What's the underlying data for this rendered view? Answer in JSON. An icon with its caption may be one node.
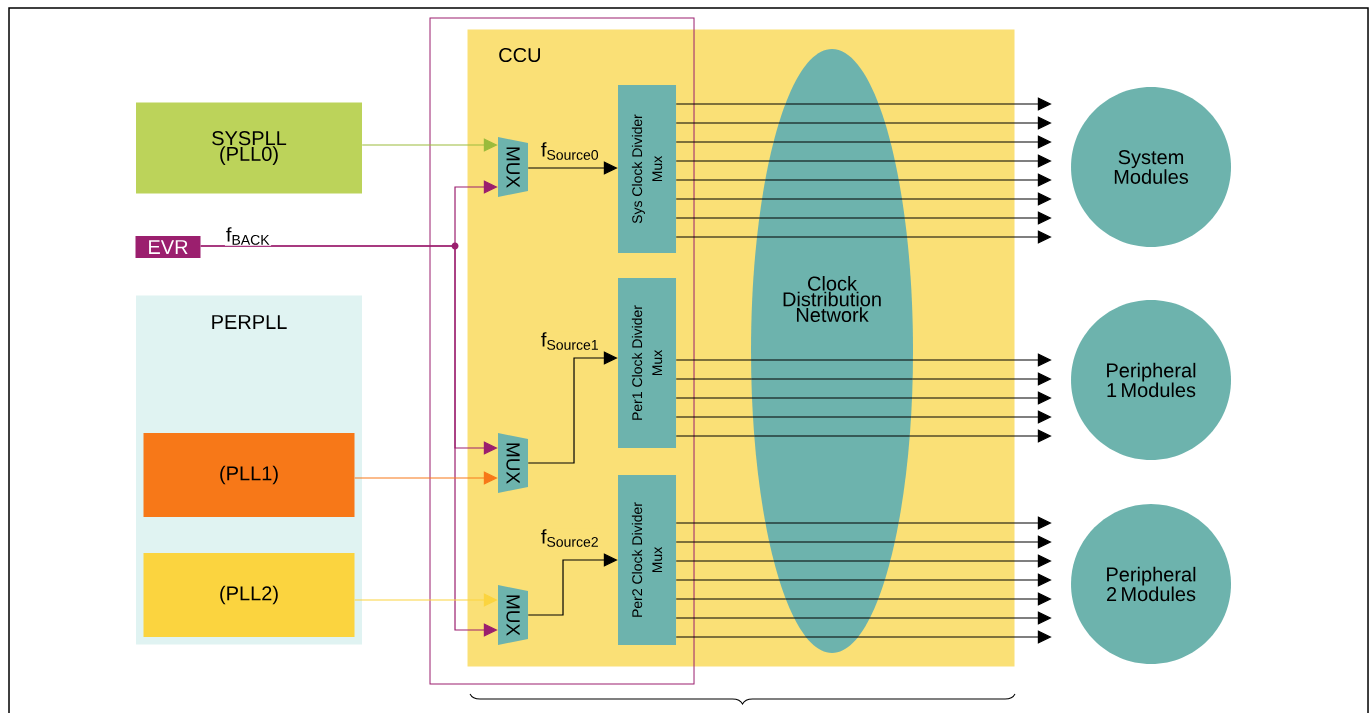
{
  "diagram": {
    "nodes": [
      {
        "text": [
          "SYSPLL (PLL0)"
        ]
      },
      {
        "text": [
          "EVR"
        ]
      },
      {
        "text": [
          "PERPLL"
        ]
      },
      {
        "text": [
          "(PLL1)"
        ],
        "in": 2
      },
      {
        "text": [
          "(PLL2)"
        ],
        "in": 2
      },
      {
        "text": [
          "CCU"
        ]
      },
      {
        "text": [
          "MUX"
        ],
        "in": 5
      },
      {
        "text": [
          "MUX"
        ],
        "in": 5
      },
      {
        "text": [
          "MUX"
        ],
        "in": 5
      },
      {
        "text": [
          "Sys Clock Divider Mux"
        ],
        "in": 5
      },
      {
        "text": [
          "Per1 Clock Divider Mux"
        ],
        "in": 5
      },
      {
        "text": [
          "Per2 Clock Divider Mux"
        ],
        "in": 5
      },
      {
        "text": [
          "Clock Distribution Network"
        ],
        "in": 5
      },
      {
        "text": [
          "System Modules"
        ]
      },
      {
        "text": [
          "Peripheral 1 Modules"
        ]
      },
      {
        "text": [
          "Peripheral 2 Modules"
        ]
      }
    ],
    "edges": [
      {
        "from": 0,
        "to": 6,
        "arrow": "to",
        "color": "#9bbb3c"
      },
      {
        "from": 1,
        "to": 6,
        "arrow": "to",
        "color": "#9b1f6e",
        "label": "f$_{BACK}$"
      },
      {
        "from": 1,
        "to": 7,
        "arrow": "to",
        "color": "#9b1f6e"
      },
      {
        "from": 1,
        "to": 8,
        "arrow": "to",
        "color": "#9b1f6e"
      },
      {
        "from": 3,
        "to": 7,
        "arrow": "to",
        "color": "#f77818"
      },
      {
        "from": 4,
        "to": 8,
        "arrow": "to",
        "color": "#fbd43f"
      },
      {
        "from": 6,
        "to": 9,
        "arrow": "to",
        "label": "f$_{Source0}$"
      },
      {
        "from": 7,
        "to": 10,
        "arrow": "to",
        "label": "f$_{Source1}$"
      },
      {
        "from": 8,
        "to": 11,
        "arrow": "to",
        "label": "f$_{Source2}$"
      },
      {
        "from": 9,
        "to": 12,
        "arrow": "none"
      },
      {
        "from": 9,
        "to": 12,
        "arrow": "none"
      },
      {
        "from": 9,
        "to": 12,
        "arrow": "none"
      },
      {
        "from": 9,
        "to": 12,
        "arrow": "none"
      },
      {
        "from": 9,
        "to": 12,
        "arrow": "none"
      },
      {
        "from": 9,
        "to": 12,
        "arrow": "none"
      },
      {
        "from": 9,
        "to": 12,
        "arrow": "none"
      },
      {
        "from": 9,
        "to": 12,
        "arrow": "none"
      },
      {
        "from": 10,
        "to": 12,
        "arrow": "none"
      },
      {
        "from": 10,
        "to": 12,
        "arrow": "none"
      },
      {
        "from": 10,
        "to": 12,
        "arrow": "none"
      },
      {
        "from": 10,
        "to": 12,
        "arrow": "none"
      },
      {
        "from": 10,
        "to": 12,
        "arrow": "none"
      },
      {
        "from": 11,
        "to": 12,
        "arrow": "none"
      },
      {
        "from": 11,
        "to": 12,
        "arrow": "none"
      },
      {
        "from": 11,
        "to": 12,
        "arrow": "none"
      },
      {
        "from": 11,
        "to": 12,
        "arrow": "none"
      },
      {
        "from": 11,
        "to": 12,
        "arrow": "none"
      },
      {
        "from": 11,
        "to": 12,
        "arrow": "none"
      },
      {
        "from": 11,
        "to": 12,
        "arrow": "none"
      },
      {
        "from": 12,
        "to": 13,
        "arrow": "to"
      },
      {
        "from": 12,
        "to": 13,
        "arrow": "to"
      },
      {
        "from": 12,
        "to": 13,
        "arrow": "to"
      },
      {
        "from": 12,
        "to": 13,
        "arrow": "to"
      },
      {
        "from": 12,
        "to": 13,
        "arrow": "to"
      },
      {
        "from": 12,
        "to": 13,
        "arrow": "to"
      },
      {
        "from": 12,
        "to": 13,
        "arrow": "to"
      },
      {
        "from": 12,
        "to": 13,
        "arrow": "to"
      },
      {
        "from": 12,
        "to": 14,
        "arrow": "to"
      },
      {
        "from": 12,
        "to": 14,
        "arrow": "to"
      },
      {
        "from": 12,
        "to": 14,
        "arrow": "to"
      },
      {
        "from": 12,
        "to": 14,
        "arrow": "to"
      },
      {
        "from": 12,
        "to": 14,
        "arrow": "to"
      },
      {
        "from": 12,
        "to": 15,
        "arrow": "to"
      },
      {
        "from": 12,
        "to": 15,
        "arrow": "to"
      },
      {
        "from": 12,
        "to": 15,
        "arrow": "to"
      },
      {
        "from": 12,
        "to": 15,
        "arrow": "to"
      },
      {
        "from": 12,
        "to": 15,
        "arrow": "to"
      },
      {
        "from": 12,
        "to": 15,
        "arrow": "to"
      },
      {
        "from": 12,
        "to": 15,
        "arrow": "to"
      }
    ]
  }
}
